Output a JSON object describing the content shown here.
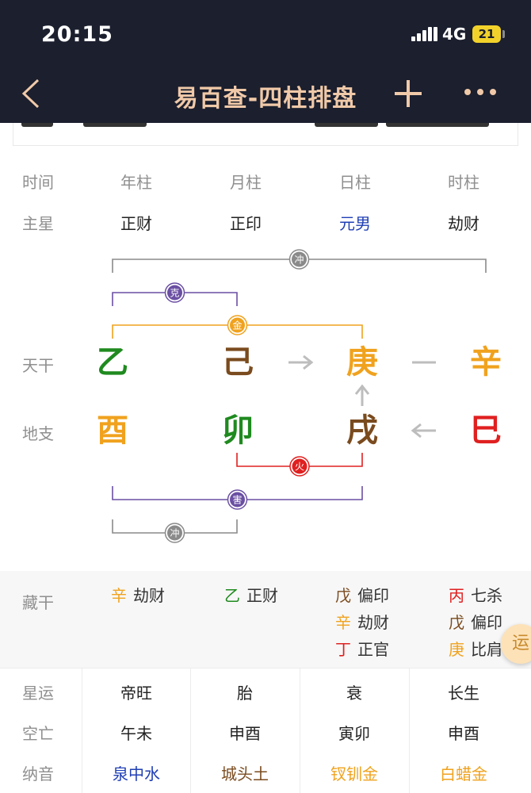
{
  "status": {
    "time": "20:15",
    "network": "4G",
    "battery": "21"
  },
  "nav": {
    "title": "易百查-四柱排盘"
  },
  "row_labels": {
    "time": "时间",
    "main_star": "主星",
    "heavenly_stem": "天干",
    "earthly_branch": "地支",
    "hidden_stem": "藏干",
    "star_luck": "星运",
    "kongwang": "空亡",
    "nayin": "纳音"
  },
  "pillars": [
    {
      "header": "年柱",
      "main_star": "正财",
      "main_star_color": "#222222",
      "stem": "乙",
      "stem_color": "#1f8a1f",
      "branch": "酉",
      "branch_color": "#f0a21e",
      "hidden": [
        {
          "gan": "辛",
          "gan_color": "#f0a21e",
          "god": "劫财"
        }
      ],
      "star_luck": "帝旺",
      "kongwang": "午未",
      "nayin": "泉中水",
      "nayin_color": "#1f3fb5"
    },
    {
      "header": "月柱",
      "main_star": "正印",
      "main_star_color": "#222222",
      "stem": "己",
      "stem_color": "#7a4b1e",
      "branch": "卯",
      "branch_color": "#1f8a1f",
      "hidden": [
        {
          "gan": "乙",
          "gan_color": "#1f8a1f",
          "god": "正财"
        }
      ],
      "star_luck": "胎",
      "kongwang": "申酉",
      "nayin": "城头土",
      "nayin_color": "#7a4b1e"
    },
    {
      "header": "日柱",
      "main_star": "元男",
      "main_star_color": "#1f3fb5",
      "stem": "庚",
      "stem_color": "#f0a21e",
      "branch": "戌",
      "branch_color": "#7a4b1e",
      "hidden": [
        {
          "gan": "戊",
          "gan_color": "#7a4b1e",
          "god": "偏印"
        },
        {
          "gan": "辛",
          "gan_color": "#f0a21e",
          "god": "劫财"
        },
        {
          "gan": "丁",
          "gan_color": "#e02020",
          "god": "正官"
        }
      ],
      "star_luck": "衰",
      "kongwang": "寅卯",
      "nayin": "钗钏金",
      "nayin_color": "#f0a21e"
    },
    {
      "header": "时柱",
      "main_star": "劫财",
      "main_star_color": "#222222",
      "stem": "辛",
      "stem_color": "#f0a21e",
      "branch": "巳",
      "branch_color": "#e02020",
      "hidden": [
        {
          "gan": "丙",
          "gan_color": "#e02020",
          "god": "七杀"
        },
        {
          "gan": "戊",
          "gan_color": "#7a4b1e",
          "god": "偏印"
        },
        {
          "gan": "庚",
          "gan_color": "#f0a21e",
          "god": "比肩"
        }
      ],
      "star_luck": "长生",
      "kongwang": "申酉",
      "nayin": "白蜡金",
      "nayin_color": "#f0a21e"
    }
  ],
  "relations": [
    {
      "label": "冲",
      "from": 0,
      "to": 3,
      "side": "top",
      "color": "#8a8a8a"
    },
    {
      "label": "克",
      "from": 0,
      "to": 1,
      "side": "top",
      "color": "#6a4fa3"
    },
    {
      "label": "金",
      "from": 0,
      "to": 2,
      "side": "top",
      "color": "#f0a21e"
    },
    {
      "label": "火",
      "from": 1,
      "to": 2,
      "side": "bottom",
      "color": "#e02020"
    },
    {
      "label": "害",
      "from": 0,
      "to": 2,
      "side": "bottom",
      "color": "#6a4fa3"
    },
    {
      "label": "冲",
      "from": 0,
      "to": 1,
      "side": "bottom",
      "color": "#8a8a8a"
    }
  ],
  "floating": {
    "yun": "运"
  }
}
